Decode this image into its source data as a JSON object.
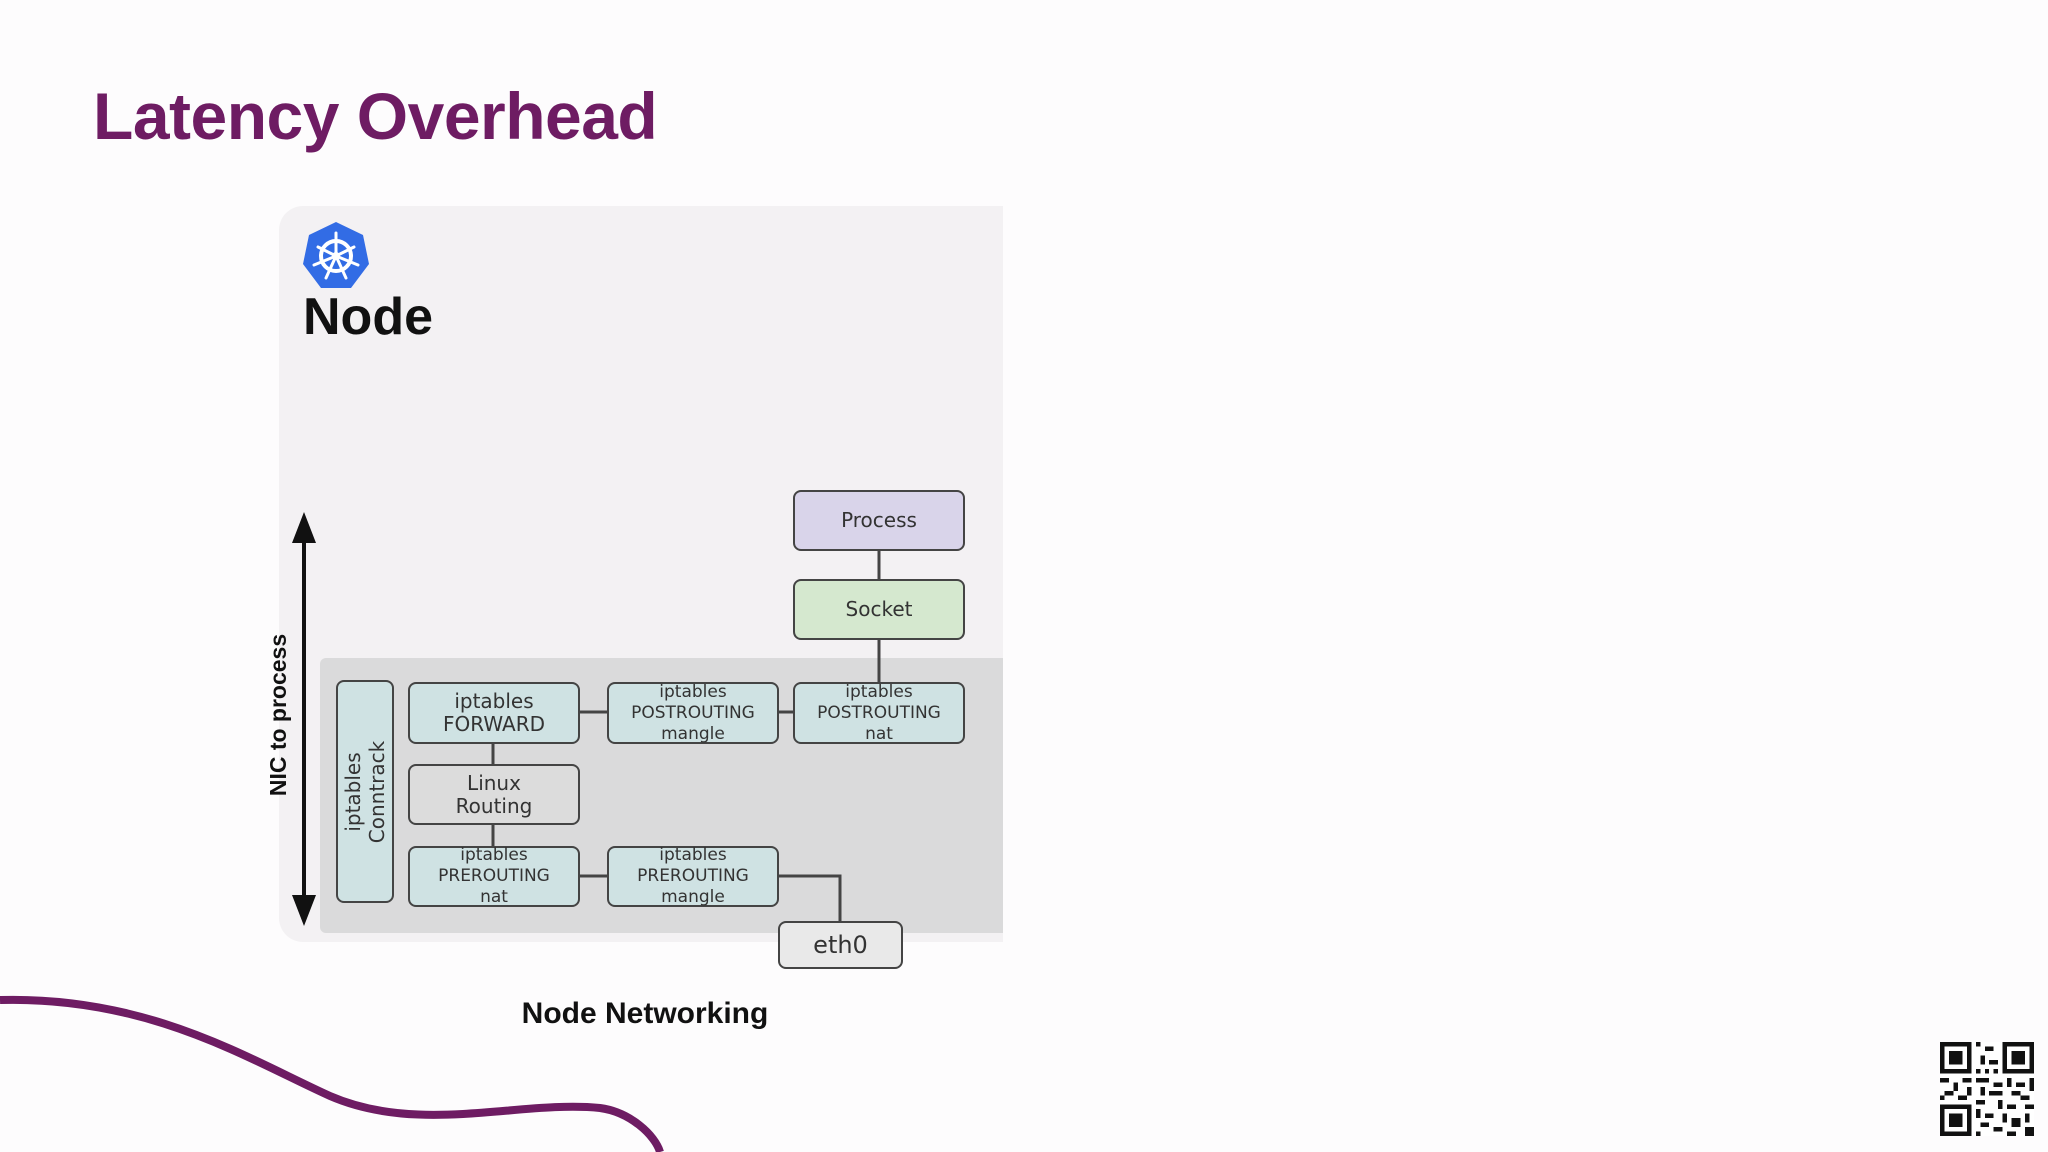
{
  "slide": {
    "title": "Latency Overhead",
    "caption": "Node Networking"
  },
  "diagram": {
    "node_label": "Node",
    "axis_label": "NIC to process",
    "boxes": {
      "process": "Process",
      "socket": "Socket",
      "forward": "iptables\nFORWARD",
      "postrouting_mangle": "iptables\nPOSTROUTING\nmangle",
      "postrouting_nat": "iptables\nPOSTROUTING\nnat",
      "conntrack": "iptables\nConntrack",
      "routing": "Linux\nRouting",
      "prerouting_nat": "iptables\nPREROUTING\nnat",
      "prerouting_mangle": "iptables\nPREROUTING\nmangle",
      "eth": "eth0"
    }
  },
  "colors": {
    "title": "#6e1c63",
    "wave": "#6e1c63",
    "kubernetes_logo": "#326ce5",
    "process_box": "#d9d4ea",
    "socket_box": "#d5e8cf",
    "iptables_box": "#cfe2e3"
  },
  "icons": {
    "logo": "kubernetes-helm-icon",
    "qr": "qr-code-icon"
  }
}
